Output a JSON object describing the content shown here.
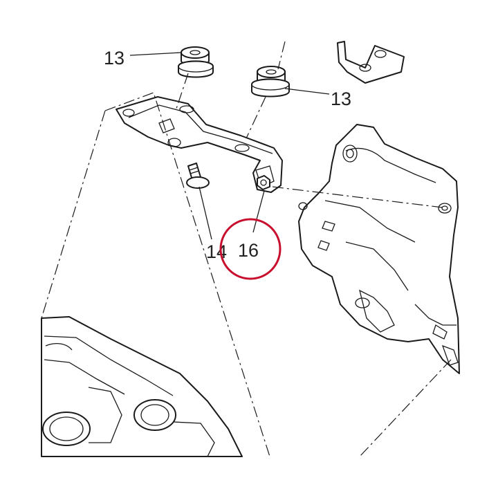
{
  "diagram": {
    "callouts": {
      "grommet_top_left": "13",
      "grommet_right": "13",
      "screw_partial": "14",
      "nut_highlighted": "16"
    },
    "highlight_color": "#c8102e",
    "line_color": "#1a1a1a",
    "text_color": "#222222"
  }
}
